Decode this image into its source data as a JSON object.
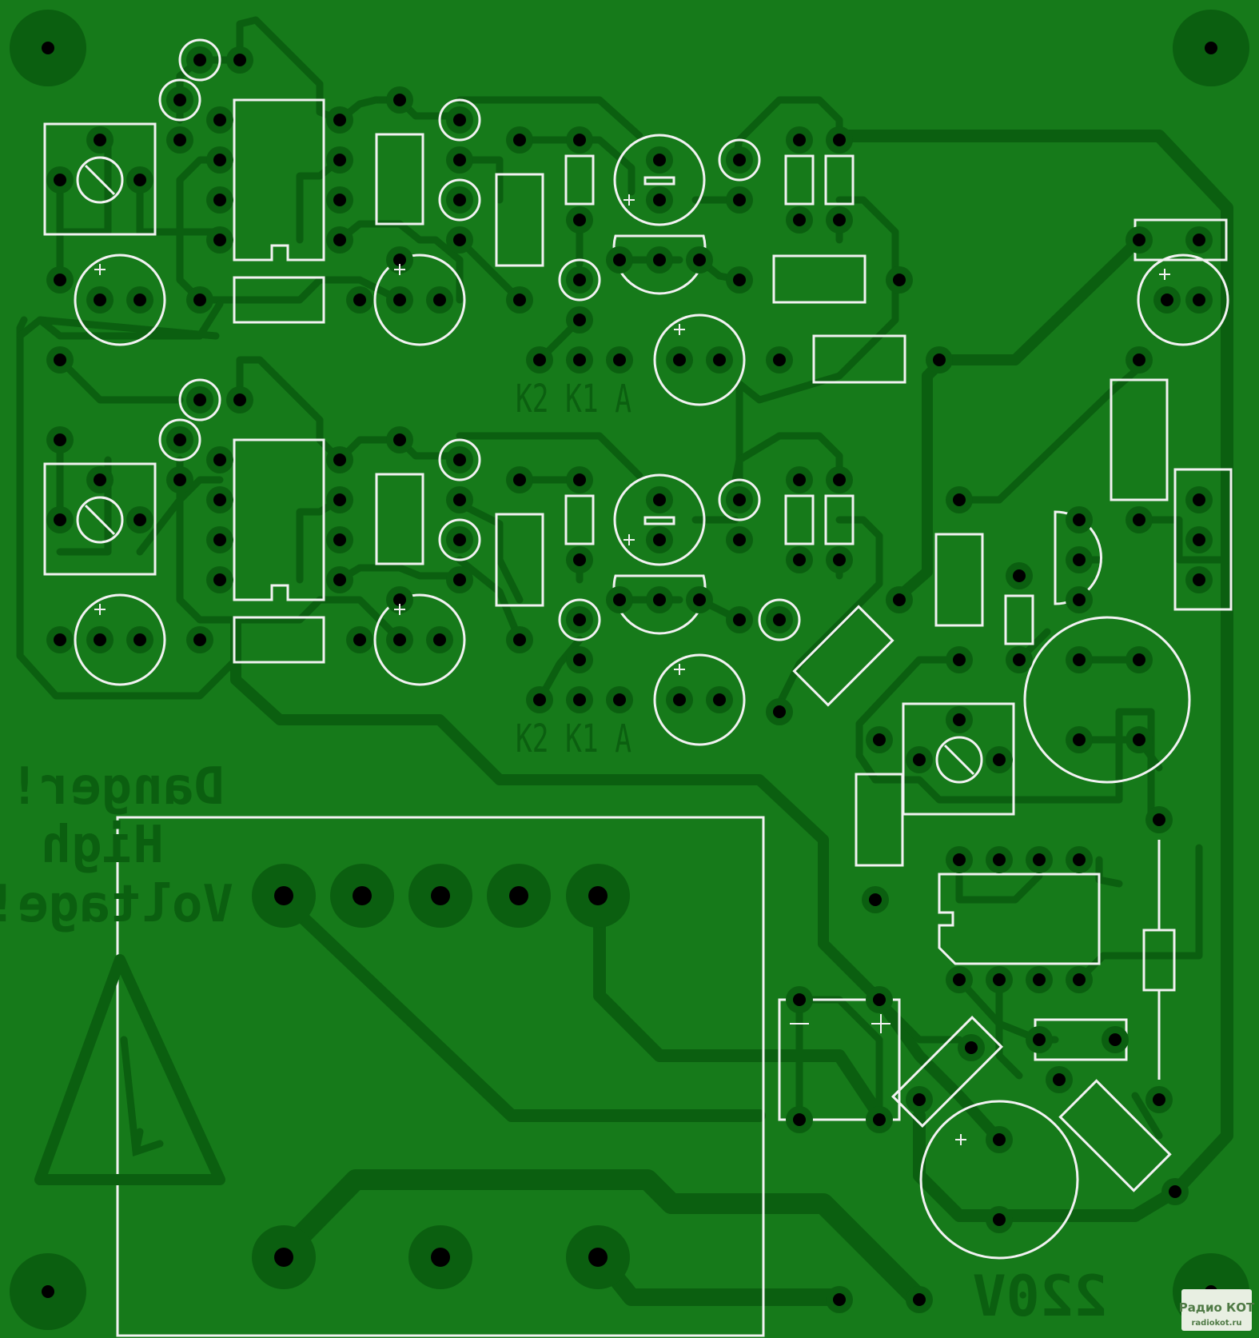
{
  "board": {
    "background": "#167a1a",
    "copper_color": "#0b5f10",
    "silk_color": "#f2f2f2",
    "drill_color": "#000000"
  },
  "labels": {
    "warning_line1": "Danger!",
    "warning_line2": "High",
    "warning_line3": "Voltage!",
    "mains": "220V",
    "channel1_pins": "K2 K1 A",
    "channel2_pins": "K2 K1 A",
    "logo_main": "Радио КОТ",
    "logo_url": "radiokot.ru"
  },
  "icons": {
    "warning": "high-voltage-triangle-icon",
    "potentiometer": "trimmer-potentiometer-icon"
  }
}
